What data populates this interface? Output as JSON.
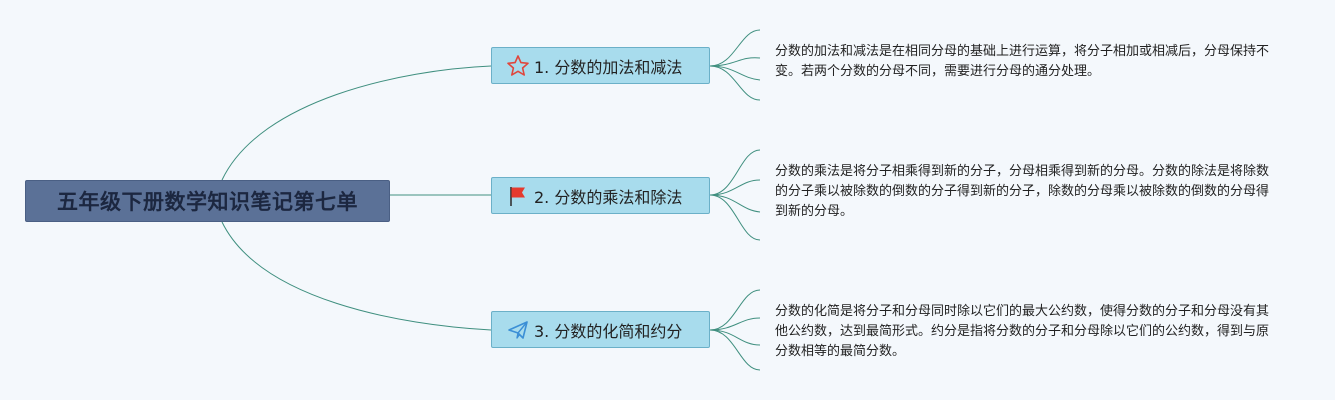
{
  "root": {
    "title": "五年级下册数学知识笔记第七单"
  },
  "branches": [
    {
      "label": "1. 分数的加法和减法",
      "icon": "star-icon",
      "icon_color": "#e0463c",
      "note": "分数的加法和减法是在相同分母的基础上进行运算，将分子相加或相减后，分母保持不变。若两个分数的分母不同，需要进行分母的通分处理。"
    },
    {
      "label": "2. 分数的乘法和除法",
      "icon": "flag-icon",
      "icon_color": "#e53a2e",
      "note": "分数的乘法是将分子相乘得到新的分子，分母相乘得到新的分母。分数的除法是将除数的分子乘以被除数的倒数的分子得到新的分子，除数的分母乘以被除数的倒数的分母得到新的分母。"
    },
    {
      "label": "3. 分数的化简和约分",
      "icon": "paper-plane-icon",
      "icon_color": "#3b8fd6",
      "note": "分数的化简是将分子和分母同时除以它们的最大公约数，使得分数的分子和分母没有其他公约数，达到最简形式。约分是指将分数的分子和分母除以它们的公约数，得到与原分数相等的最简分数。"
    }
  ],
  "colors": {
    "background": "#f4f8fc",
    "root_fill": "#5b7197",
    "branch_fill": "#a8dced",
    "connector": "#3f8f7f"
  }
}
